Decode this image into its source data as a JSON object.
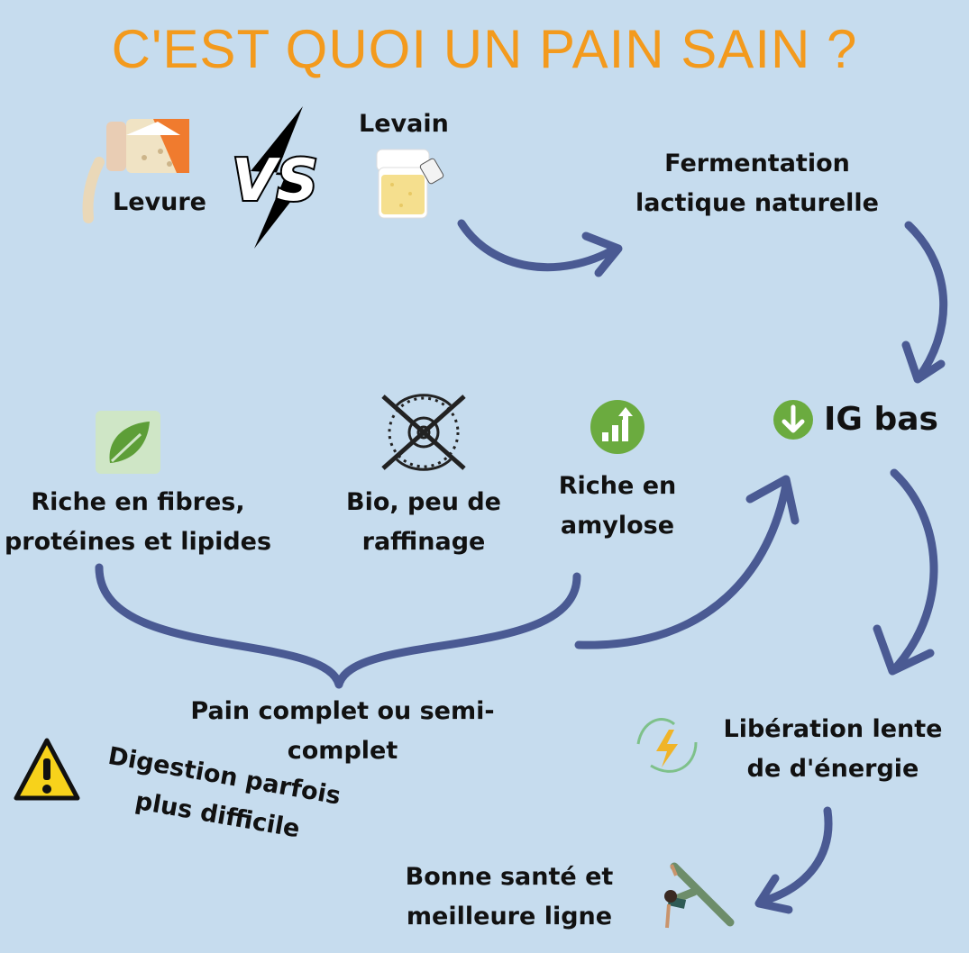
{
  "title": "C'EST QUOI UN PAIN SAIN ?",
  "vs_label": "VS",
  "top": {
    "levure": "Levure",
    "levain": "Levain",
    "fermentation_line1": "Fermentation",
    "fermentation_line2": "lactique naturelle"
  },
  "ig": "IG bas",
  "middle": {
    "fibres_line1": "Riche en fibres,",
    "fibres_line2": "protéines et lipides",
    "bio_line1": "Bio, peu de",
    "bio_line2": "raffinage",
    "amylose_line1": "Riche en",
    "amylose_line2": "amylose"
  },
  "pain_line1": "Pain complet ou semi-",
  "pain_line2": "complet",
  "warning_line1": "Digestion parfois",
  "warning_line2": "plus difficile",
  "liberation_line1": "Libération lente",
  "liberation_line2": "de d'énergie",
  "sante_line1": "Bonne santé et",
  "sante_line2": "meilleure ligne",
  "colors": {
    "background": "#c6dcee",
    "title": "#f39a1d",
    "arrow": "#4a5a93",
    "green": "#6bab3f",
    "warning": "#f7d21b"
  }
}
